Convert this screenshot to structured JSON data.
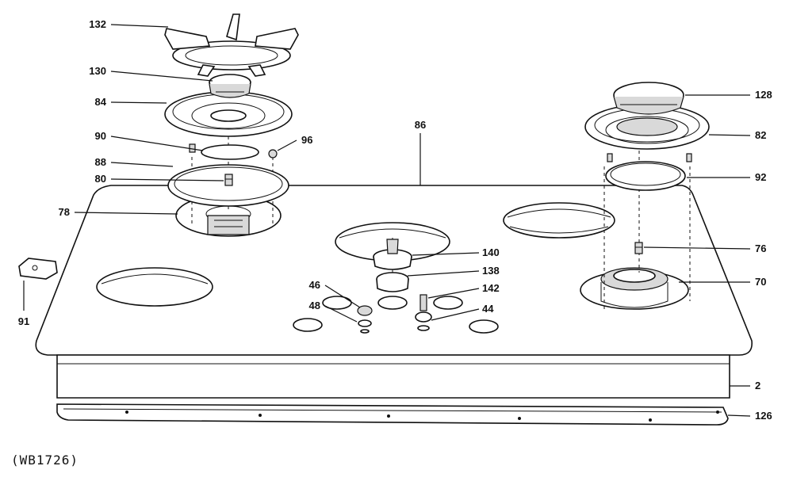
{
  "figure_code": "(WB1726)",
  "callouts": [
    {
      "id": "c132",
      "text": "132",
      "side": "left"
    },
    {
      "id": "c130",
      "text": "130",
      "side": "left"
    },
    {
      "id": "c84",
      "text": "84",
      "side": "left"
    },
    {
      "id": "c90",
      "text": "90",
      "side": "left"
    },
    {
      "id": "c96",
      "text": "96",
      "side": "right"
    },
    {
      "id": "c88",
      "text": "88",
      "side": "left"
    },
    {
      "id": "c80",
      "text": "80",
      "side": "left"
    },
    {
      "id": "c78",
      "text": "78",
      "side": "left"
    },
    {
      "id": "c91",
      "text": "91",
      "side": "left"
    },
    {
      "id": "c86",
      "text": "86",
      "side": "top"
    },
    {
      "id": "c140",
      "text": "140",
      "side": "right"
    },
    {
      "id": "c138",
      "text": "138",
      "side": "right"
    },
    {
      "id": "c142",
      "text": "142",
      "side": "right"
    },
    {
      "id": "c46",
      "text": "46",
      "side": "left"
    },
    {
      "id": "c48",
      "text": "48",
      "side": "left"
    },
    {
      "id": "c44",
      "text": "44",
      "side": "right"
    },
    {
      "id": "c128",
      "text": "128",
      "side": "right"
    },
    {
      "id": "c82",
      "text": "82",
      "side": "right"
    },
    {
      "id": "c92",
      "text": "92",
      "side": "right"
    },
    {
      "id": "c76",
      "text": "76",
      "side": "right"
    },
    {
      "id": "c70",
      "text": "70",
      "side": "right"
    },
    {
      "id": "c2",
      "text": "2",
      "side": "right"
    },
    {
      "id": "c126",
      "text": "126",
      "side": "right"
    }
  ]
}
